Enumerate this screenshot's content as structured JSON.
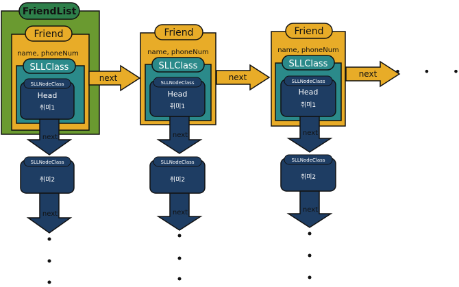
{
  "labels": {
    "friendlist": "FriendList",
    "friend": "Friend",
    "fields": "name, phoneNum",
    "sll_class": "SLLClass",
    "node_class": "SLLNodeClass",
    "head": "Head",
    "hobby1": "취미1",
    "hobby2": "취미2",
    "next": "next",
    "dots": "• • •"
  },
  "colors": {
    "friendlist_fill": "#6a9a30",
    "friend_fill": "#e8ac28",
    "sll_fill": "#2b8a8a",
    "node_fill": "#1e3d63",
    "arrow_fill": "#e8ac28",
    "down_arrow_fill": "#1e3d63",
    "title_pill_fill": "#2e7f4a"
  }
}
